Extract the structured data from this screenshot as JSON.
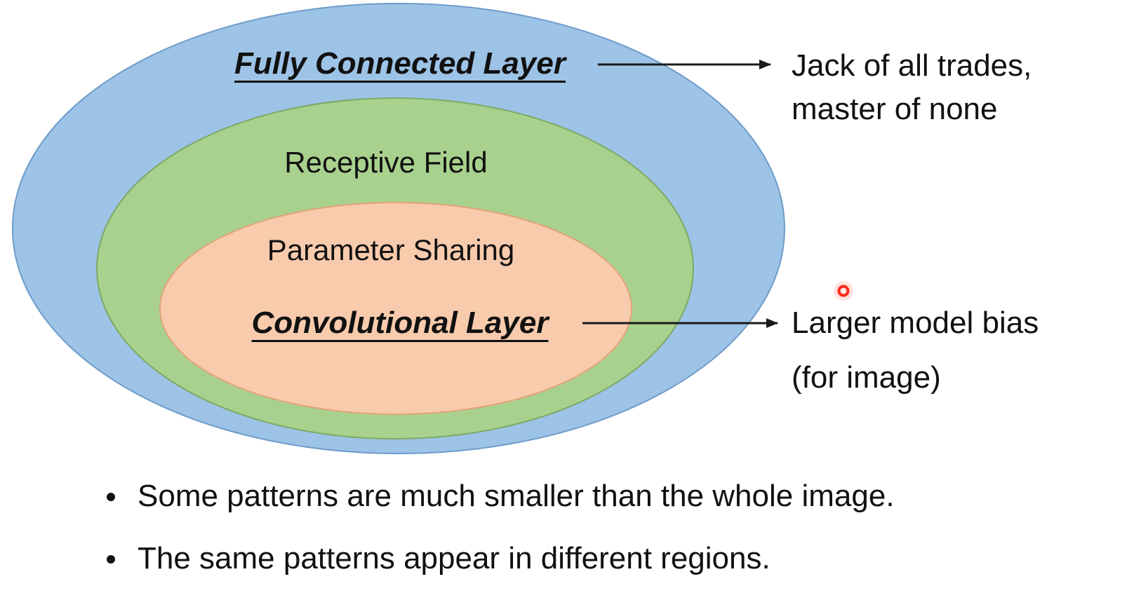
{
  "diagram": {
    "outer_label": "Fully Connected Layer",
    "middle_label": "Receptive Field",
    "inner_top_label": "Parameter Sharing",
    "inner_label": "Convolutional Layer",
    "fc_annotation": [
      "Jack of all trades,",
      "master of none"
    ],
    "conv_annotation": [
      "Larger model bias",
      "(for image)"
    ]
  },
  "bullets": [
    "Some patterns are much smaller than the whole image.",
    "The same patterns appear in different regions."
  ],
  "colors": {
    "outer_fill": "#9DC3E6",
    "outer_stroke": "#6E9CC9",
    "middle_fill": "#A9D18E",
    "middle_stroke": "#7CA964",
    "inner_fill": "#F8CBAD",
    "inner_stroke": "#E2A377",
    "arrow": "#1a1a1a",
    "laser": "#FF2A1A",
    "laser_glow": "#FF5A40",
    "laser_center": "#FFE9E0"
  }
}
